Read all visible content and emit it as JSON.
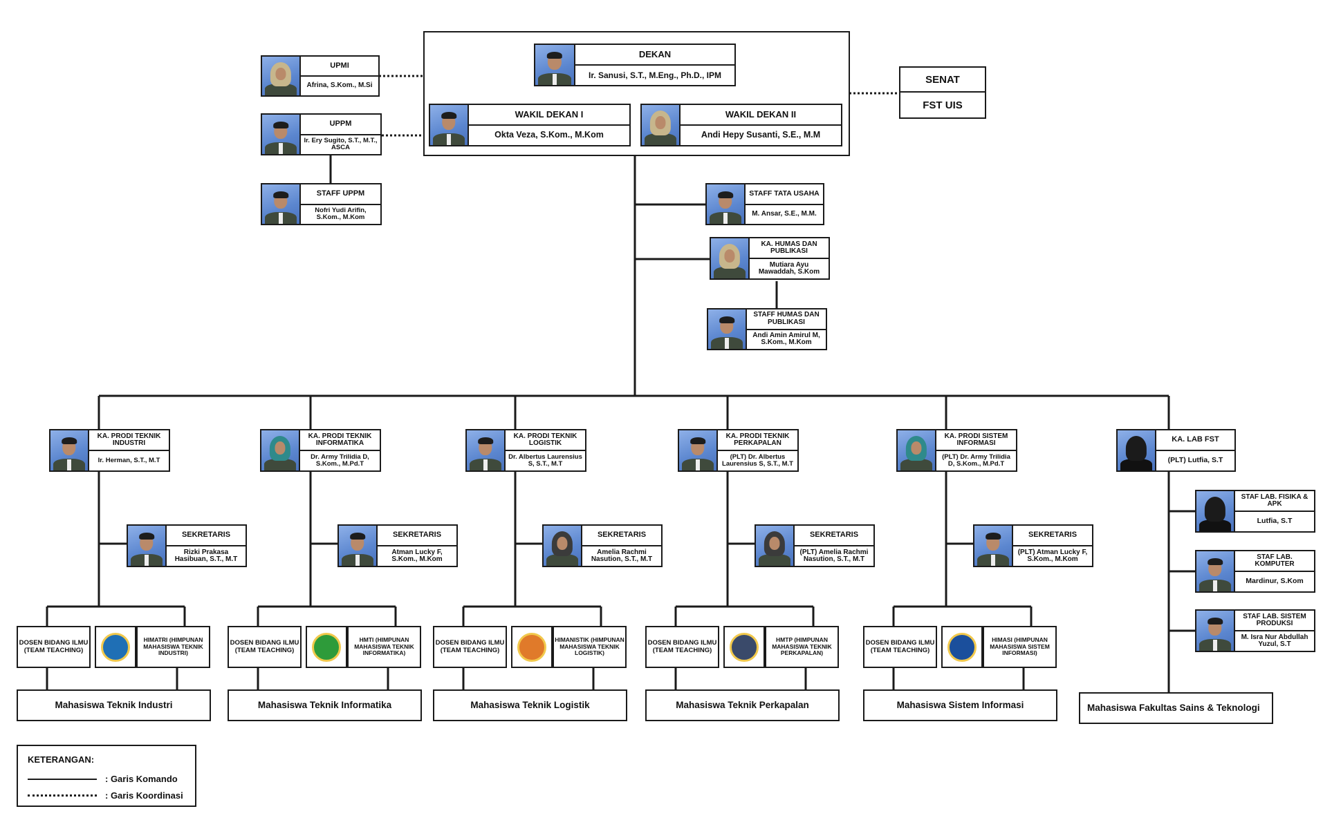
{
  "dekan": {
    "title": "DEKAN",
    "name": "Ir. Sanusi, S.T., M.Eng., Ph.D., IPM"
  },
  "wd1": {
    "title": "WAKIL DEKAN I",
    "name": "Okta Veza, S.Kom., M.Kom"
  },
  "wd2": {
    "title": "WAKIL DEKAN II",
    "name": "Andi Hepy Susanti, S.E., M.M"
  },
  "senat": {
    "line1": "SENAT",
    "line2": "FST UIS"
  },
  "upmi": {
    "title": "UPMI",
    "name": "Afrina, S.Kom., M.Si"
  },
  "uppm": {
    "title": "UPPM",
    "name": "Ir. Ery Sugito, S.T., M.T., ASCA"
  },
  "staff_uppm": {
    "title": "STAFF UPPM",
    "name": "Nofri Yudi Arifin, S.Kom., M.Kom"
  },
  "staff_tu": {
    "title": "STAFF TATA USAHA",
    "name": "M. Ansar, S.E., M.M."
  },
  "ka_humas": {
    "title": "KA. HUMAS DAN PUBLIKASI",
    "name": "Mutiara Ayu Mawaddah, S.Kom"
  },
  "staff_humas": {
    "title": "STAFF HUMAS DAN PUBLIKASI",
    "name": "Andi Amin Amirul M, S.Kom., M.Kom"
  },
  "prodi": [
    {
      "head_title": "KA. PRODI TEKNIK INDUSTRI",
      "head_name": "Ir. Herman, S.T., M.T",
      "sek_title": "SEKRETARIS",
      "sek_name": "Rizki Prakasa Hasibuan, S.T., M.T",
      "dosen": "DOSEN BIDANG ILMU (TEAM TEACHING)",
      "hima": "HIMATRI (HIMPUNAN MAHASISWA TEKNIK INDUSTRI)",
      "mhs": "Mahasiswa Teknik Industri"
    },
    {
      "head_title": "KA. PRODI TEKNIK INFORMATIKA",
      "head_name": "Dr. Army Trilidia D, S.Kom., M.Pd.T",
      "sek_title": "SEKRETARIS",
      "sek_name": "Atman Lucky F, S.Kom., M.Kom",
      "dosen": "DOSEN BIDANG ILMU (TEAM TEACHING)",
      "hima": "HMTI (HIMPUNAN MAHASISWA TEKNIK INFORMATIKA)",
      "mhs": "Mahasiswa Teknik Informatika"
    },
    {
      "head_title": "KA. PRODI TEKNIK LOGISTIK",
      "head_name": "Dr. Albertus Laurensius S, S.T., M.T",
      "sek_title": "SEKRETARIS",
      "sek_name": "Amelia Rachmi Nasution, S.T., M.T",
      "dosen": "DOSEN BIDANG ILMU (TEAM TEACHING)",
      "hima": "HIMANISTIK (HIMPUNAN MAHASISWA TEKNIK LOGISTIK)",
      "mhs": "Mahasiswa Teknik Logistik"
    },
    {
      "head_title": "KA. PRODI TEKNIK PERKAPALAN",
      "head_name": "(PLT) Dr. Albertus Laurensius S, S.T., M.T",
      "sek_title": "SEKRETARIS",
      "sek_name": "(PLT) Amelia Rachmi Nasution, S.T., M.T",
      "dosen": "DOSEN BIDANG ILMU (TEAM TEACHING)",
      "hima": "HMTP (HIMPUNAN MAHASISWA TEKNIK PERKAPALAN)",
      "mhs": "Mahasiswa Teknik Perkapalan"
    },
    {
      "head_title": "KA. PRODI SISTEM INFORMASI",
      "head_name": "(PLT) Dr. Army Trilidia D, S.Kom., M.Pd.T",
      "sek_title": "SEKRETARIS",
      "sek_name": "(PLT) Atman Lucky F, S.Kom., M.Kom",
      "dosen": "DOSEN BIDANG ILMU (TEAM TEACHING)",
      "hima": "HIMASI (HIMPUNAN MAHASISWA SISTEM INFORMASI)",
      "mhs": "Mahasiswa Sistem Informasi"
    }
  ],
  "lab": {
    "head_title": "KA. LAB FST",
    "head_name": "(PLT) Lutfia, S.T",
    "staff": [
      {
        "title": "STAF LAB. FISIKA & APK",
        "name": "Lutfia, S.T"
      },
      {
        "title": "STAF LAB. KOMPUTER",
        "name": "Mardinur, S.Kom"
      },
      {
        "title": "STAF LAB. SISTEM PRODUKSI",
        "name": "M. Isra Nur Abdullah Yuzul, S.T"
      }
    ],
    "mhs": "Mahasiswa Fakultas Sains & Teknologi"
  },
  "legend": {
    "title": "KETERANGAN:",
    "komando": ":   Garis Komando",
    "koordinasi": ":   Garis Koordinasi"
  },
  "icons": {
    "photo": "person-photo-icon",
    "logo": "organization-logo-icon"
  }
}
